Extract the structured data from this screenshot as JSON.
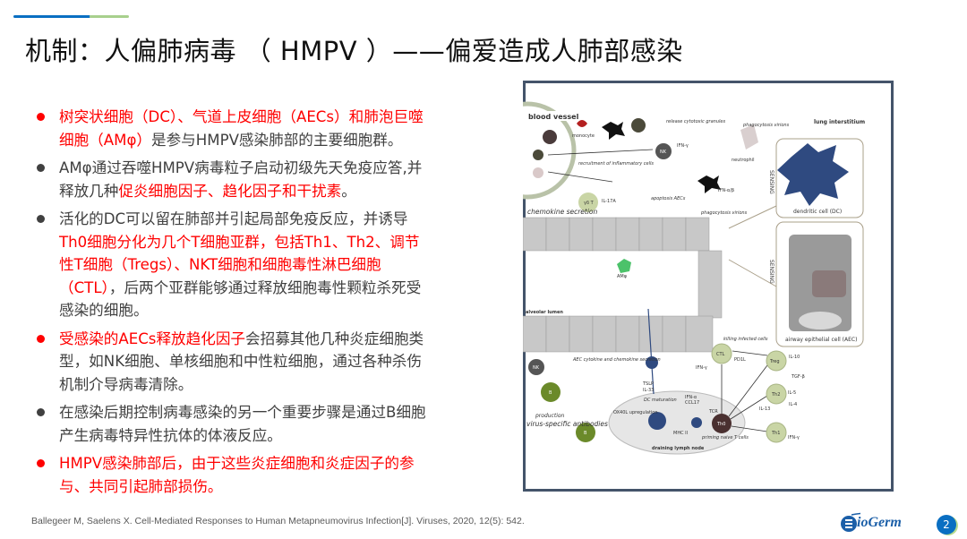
{
  "title": "机制：人偏肺病毒 （ HMPV ）——偏爱造成人肺部感染",
  "bullets": [
    {
      "red_dot": true,
      "segments": [
        {
          "t": "树突状细胞（DC）、气道上皮细胞（AECs）和肺泡巨噬细胞（AMφ）",
          "red": true
        },
        {
          "t": "是参与HMPV感染肺部的主要细胞群。",
          "red": false
        }
      ]
    },
    {
      "red_dot": false,
      "segments": [
        {
          "t": "AMφ通过吞噬HMPV病毒粒子启动初级先天免疫应答,并释放几种",
          "red": false
        },
        {
          "t": "促炎细胞因子、趋化因子和干扰素",
          "red": true
        },
        {
          "t": "。",
          "red": false
        }
      ]
    },
    {
      "red_dot": false,
      "segments": [
        {
          "t": "活化的DC可以留在肺部并引起局部免疫反应，并诱导",
          "red": false
        },
        {
          "t": "Th0细胞分化为几个T细胞亚群，包括Th1、Th2、调节性T细胞（Tregs）、NKT细胞和细胞毒性淋巴细胞（CTL）",
          "red": true
        },
        {
          "t": "，后两个亚群能够通过释放细胞毒性颗粒杀死受感染的细胞。",
          "red": false
        }
      ]
    },
    {
      "red_dot": true,
      "segments": [
        {
          "t": "受感染的AECs释放趋化因子",
          "red": true
        },
        {
          "t": "会招募其他几种炎症细胞类型，如NK细胞、单核细胞和中性粒细胞，通过各种杀伤机制介导病毒清除。",
          "red": false
        }
      ]
    },
    {
      "red_dot": false,
      "segments": [
        {
          "t": "在感染后期控制病毒感染的另一个重要步骤是通过B细胞产生病毒特异性抗体的体液反应。",
          "red": false
        }
      ]
    },
    {
      "red_dot": true,
      "segments": [
        {
          "t": "HMPV感染肺部后，由于这些炎症细胞和炎症因子的参与、共同引起肺部损伤。",
          "red": true
        }
      ]
    }
  ],
  "diagram": {
    "labels": [
      "blood vessel",
      "lung interstitium",
      "monocyte",
      "release cytotoxic granules",
      "phagocytosis virions",
      "neutrophil",
      "recruitment of inflammatory cells",
      "IFN-γ",
      "IFN-α/β",
      "chemokine secretion",
      "IL-17A",
      "apoptosis AECs",
      "phagocytosis virions",
      "SENSING",
      "dendritic cell (DC)",
      "SENSING",
      "airway epithelial cell (AEC)",
      "alveolar lumen",
      "AMφ",
      "killing infected cells",
      "AEC cytokine and chemokine secretion",
      "TSLP",
      "IL-33",
      "DC maturation",
      "IFN-α",
      "CCL17",
      "MHC II",
      "OX40L upregulation",
      "TCR",
      "priming naive T cells",
      "draining lymph node",
      "CTL",
      "PD1L",
      "IFN-γ",
      "Treg",
      "IL-10",
      "TGF-β",
      "Th2",
      "IL-5",
      "IL-4",
      "IL-13",
      "Th1",
      "IFN-γ",
      "Th0",
      "B",
      "B",
      "production",
      "virus-specific antibodies",
      "γδ T",
      "NK",
      "NK"
    ]
  },
  "citation": "Ballegeer M, Saelens X. Cell-Mediated Responses to Human Metapneumovirus Infection[J]. Viruses, 2020, 12(5): 542.",
  "logo": "ioGerm",
  "page_number": "2",
  "colors": {
    "accent_blue": "#0a6fc2",
    "accent_green": "#a8d08d",
    "red": "#ff0000",
    "frame": "#44546a"
  }
}
